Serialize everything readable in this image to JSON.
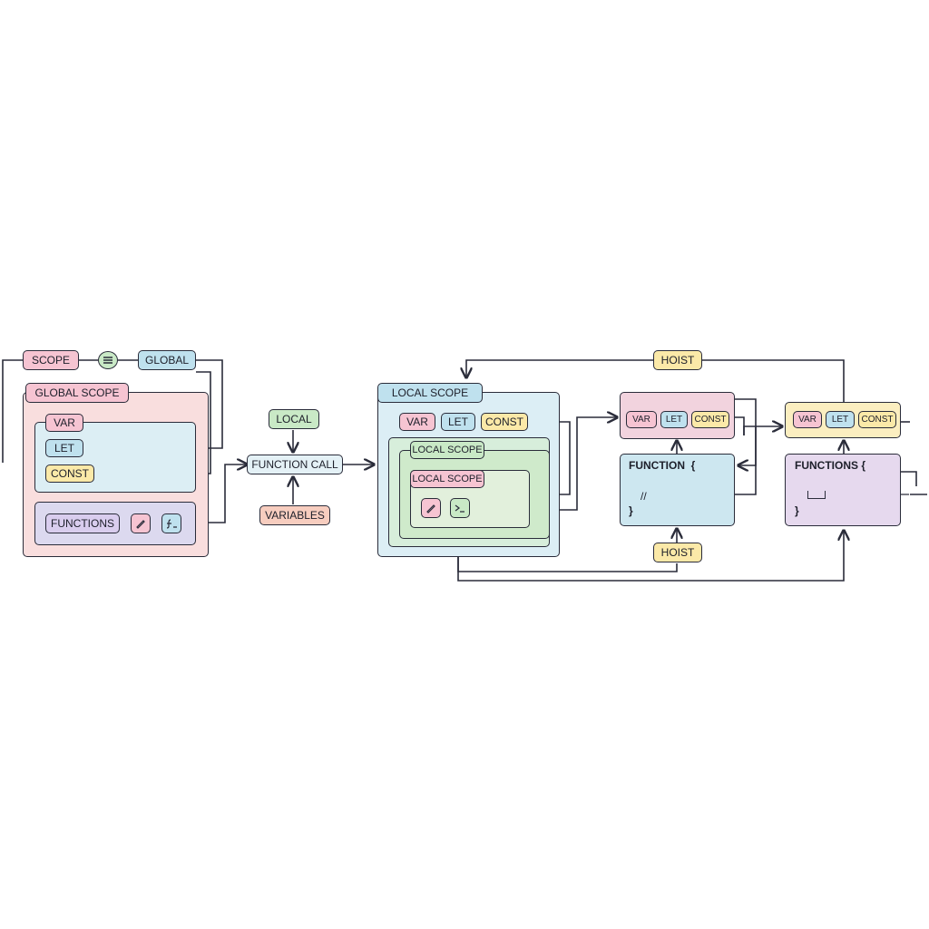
{
  "top": {
    "scope": "SCOPE",
    "global": "GLOBAL",
    "menu_icon": "menu-lines-icon"
  },
  "global_scope": {
    "title": "GLOBAL SCOPE",
    "vars": [
      "VAR",
      "LET",
      "CONST"
    ],
    "functions": "FUNCTIONS",
    "icons": [
      "pencil-icon",
      "function-icon"
    ]
  },
  "middle": {
    "local": "LOCAL",
    "function_call": "FUNCTION CALL",
    "variables": "VARIABLES"
  },
  "local_scope": {
    "title": "LOCAL SCOPE",
    "vars": [
      "VAR",
      "LET",
      "CONST"
    ],
    "inner_title": "LOCAL SCOPE",
    "innermost_title": "LOCAL SCOPE",
    "icons": [
      "pencil-icon",
      "terminal-icon"
    ]
  },
  "hoist_top": "HOIST",
  "hoist_bottom": "HOIST",
  "hoist_panel_a": {
    "vars": [
      "VAR",
      "LET",
      "CONST"
    ],
    "code_title": "FUNCTION  {",
    "code_comment": "//",
    "code_close": "}"
  },
  "hoist_panel_b": {
    "vars": [
      "VAR",
      "LET",
      "CONST"
    ],
    "code_title": "FUNCTIONS {",
    "code_close": "}"
  },
  "colors": {
    "pink": "#f6c4d2",
    "blue": "#bfe1ee",
    "yellow": "#fbe9a8",
    "green": "#c9e9c6",
    "peach": "#f7cdbf",
    "lavender": "#d9cdee",
    "stroke": "#2a2c3a"
  }
}
